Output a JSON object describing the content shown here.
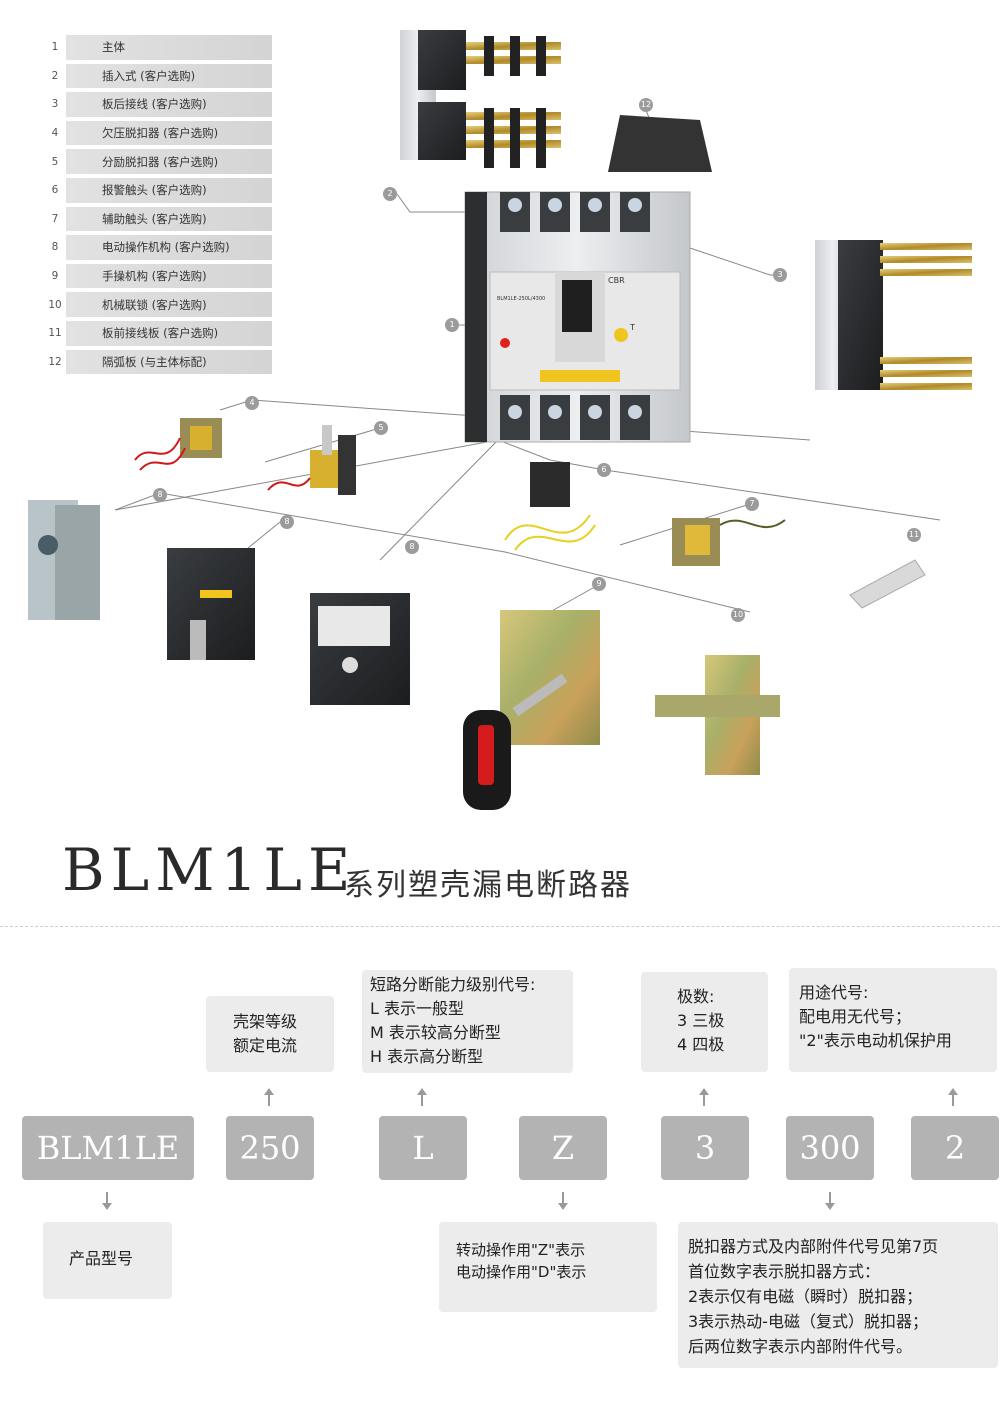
{
  "legend": {
    "items": [
      {
        "num": "1",
        "label": "主体"
      },
      {
        "num": "2",
        "label": "插入式 (客户选购)"
      },
      {
        "num": "3",
        "label": "板后接线 (客户选购)"
      },
      {
        "num": "4",
        "label": "欠压脱扣器 (客户选购)"
      },
      {
        "num": "5",
        "label": "分励脱扣器 (客户选购)"
      },
      {
        "num": "6",
        "label": "报警触头 (客户选购)"
      },
      {
        "num": "7",
        "label": "辅助触头 (客户选购)"
      },
      {
        "num": "8",
        "label": "电动操作机构 (客户选购)"
      },
      {
        "num": "9",
        "label": "手操机构 (客户选购)"
      },
      {
        "num": "10",
        "label": "机械联锁 (客户选购)"
      },
      {
        "num": "11",
        "label": "板前接线板 (客户选购)"
      },
      {
        "num": "12",
        "label": "隔弧板 (与主体标配)"
      }
    ]
  },
  "diagram": {
    "callouts": [
      "12",
      "2",
      "3",
      "1",
      "4",
      "5",
      "6",
      "7",
      "8",
      "8",
      "8",
      "9",
      "10",
      "11"
    ],
    "breaker_face": {
      "brand_model": "BLM1LE-250L/4300",
      "cbr_label": "CBR",
      "test_label": "T"
    }
  },
  "title": {
    "main": "BLM1LE",
    "sub": "系列塑壳漏电断路器"
  },
  "code": {
    "segments": [
      "BLM1LE",
      "250",
      "L",
      "Z",
      "3",
      "300",
      "2"
    ],
    "desc_frame": [
      "壳架等级",
      "额定电流"
    ],
    "desc_breaking": [
      "短路分断能力级别代号:",
      "L 表示一般型",
      "M 表示较高分断型",
      "H 表示高分断型"
    ],
    "desc_poles": [
      "极数:",
      "3 三极",
      "4 四极"
    ],
    "desc_use": [
      "用途代号:",
      "配电用无代号；",
      "\"2\"表示电动机保护用"
    ],
    "desc_product": "产品型号",
    "desc_operation": [
      "转动操作用\"Z\"表示",
      "电动操作用\"D\"表示"
    ],
    "desc_release": [
      "脱扣器方式及内部附件代号见第7页",
      "首位数字表示脱扣器方式：",
      "2表示仅有电磁（瞬时）脱扣器；",
      "3表示热动-电磁（复式）脱扣器；",
      "后两位数字表示内部附件代号。"
    ]
  }
}
